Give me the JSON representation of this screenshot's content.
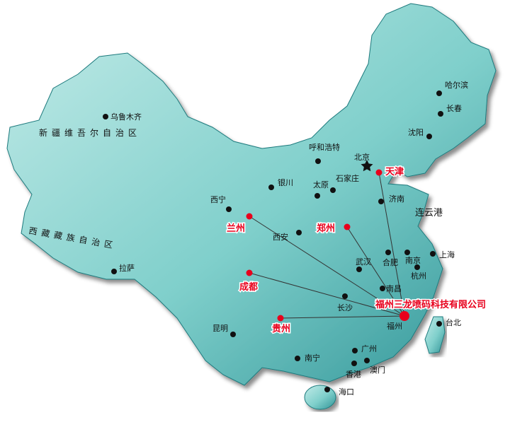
{
  "colors": {
    "land_light": "#bfe9e6",
    "land_mid": "#6cc7c4",
    "land_dark": "#2e8f92",
    "highlight": "#e8001c",
    "city_dot": "#111111",
    "route_line": "#333333"
  },
  "regions": [
    {
      "name": "新疆维吾尔自治区"
    },
    {
      "name": "西藏藏族自治区"
    }
  ],
  "cities": [
    {
      "name": "乌鲁木齐"
    },
    {
      "name": "哈尔滨"
    },
    {
      "name": "长春"
    },
    {
      "name": "沈阳"
    },
    {
      "name": "呼和浩特"
    },
    {
      "name": "北京"
    },
    {
      "name": "石家庄"
    },
    {
      "name": "太原"
    },
    {
      "name": "银川"
    },
    {
      "name": "西宁"
    },
    {
      "name": "济南"
    },
    {
      "name": "西安"
    },
    {
      "name": "南京"
    },
    {
      "name": "上海"
    },
    {
      "name": "合肥"
    },
    {
      "name": "杭州"
    },
    {
      "name": "武汉"
    },
    {
      "name": "拉萨"
    },
    {
      "name": "南昌"
    },
    {
      "name": "长沙"
    },
    {
      "name": "福州"
    },
    {
      "name": "台北"
    },
    {
      "name": "昆明"
    },
    {
      "name": "南宁"
    },
    {
      "name": "广州"
    },
    {
      "name": "香港"
    },
    {
      "name": "澳门"
    },
    {
      "name": "海口"
    }
  ],
  "highlight_cities": [
    {
      "name": "天津"
    },
    {
      "name": "郑州"
    },
    {
      "name": "兰州"
    },
    {
      "name": "成都"
    },
    {
      "name": "贵州"
    }
  ],
  "port_label": "连云港",
  "company_label": "福州三龙喷码科技有限公司"
}
